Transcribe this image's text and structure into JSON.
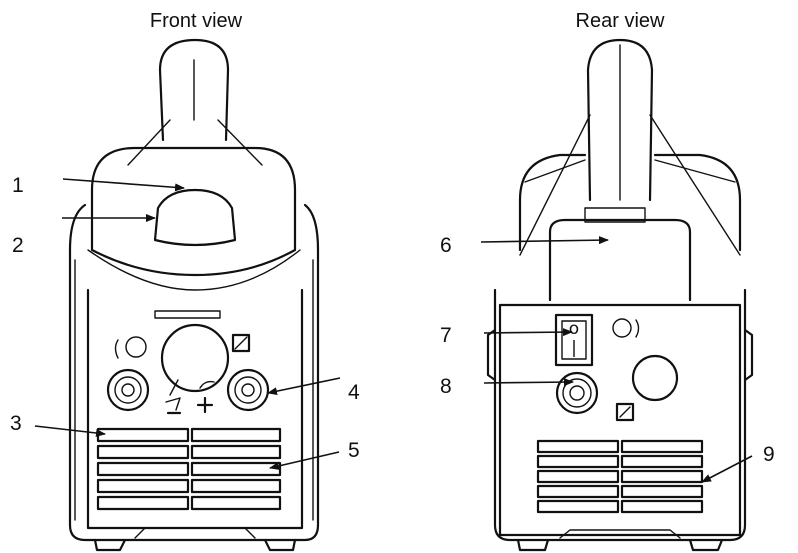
{
  "views": {
    "front_title": "Front view",
    "rear_title": "Rear view"
  },
  "callouts": [
    {
      "id": "1",
      "label": "1"
    },
    {
      "id": "2",
      "label": "2"
    },
    {
      "id": "3",
      "label": "3"
    },
    {
      "id": "4",
      "label": "4"
    },
    {
      "id": "5",
      "label": "5"
    },
    {
      "id": "6",
      "label": "6"
    },
    {
      "id": "7",
      "label": "7"
    },
    {
      "id": "8",
      "label": "8"
    },
    {
      "id": "9",
      "label": "9"
    }
  ],
  "symbols": {
    "switch_on": "|",
    "switch_off": "o"
  }
}
